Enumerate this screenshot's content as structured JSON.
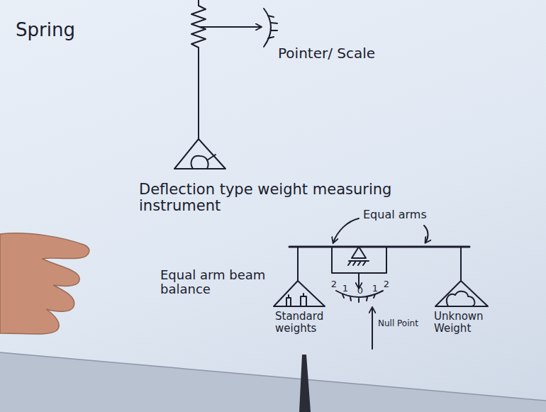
{
  "diagram": {
    "labels": [
      "Spring",
      "Pointer/ Scale",
      "Deflection type weight measuring instrument",
      "Equal arms",
      "Equal arm beam balance",
      "2",
      "1",
      "0",
      "1",
      "2",
      "Standard weights",
      "Null Point",
      "Unknown Weight"
    ]
  }
}
